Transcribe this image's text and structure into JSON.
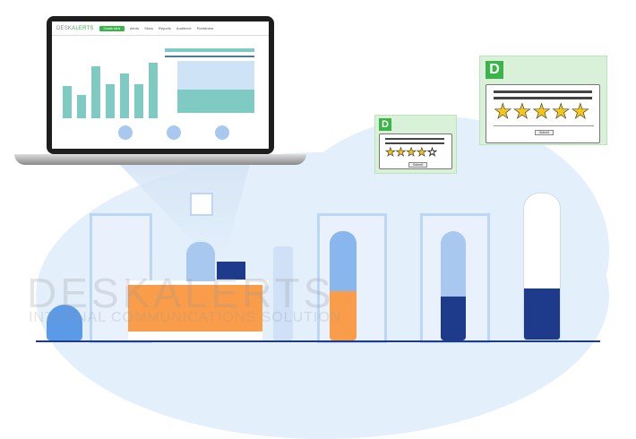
{
  "laptop": {
    "logo": {
      "part1": "DESK",
      "part2": "ALERTS"
    },
    "create_button": "Create alert",
    "nav": [
      "Alerts",
      "Skins",
      "Reports",
      "Audience",
      "Publishers"
    ]
  },
  "popup_small": {
    "badge": "D",
    "submit": "Submit",
    "stars": "★★★★☆"
  },
  "popup_large": {
    "badge": "D",
    "submit": "Submit",
    "stars": "★★★★★"
  },
  "watermark": {
    "title": "DESKALERTS",
    "subtitle": "INTERNAL COMMUNICATIONS SOLUTION"
  },
  "colors": {
    "brand_green": "#3bb54a",
    "desk_orange": "#f99d4a",
    "bg_blue": "#e3effb"
  }
}
